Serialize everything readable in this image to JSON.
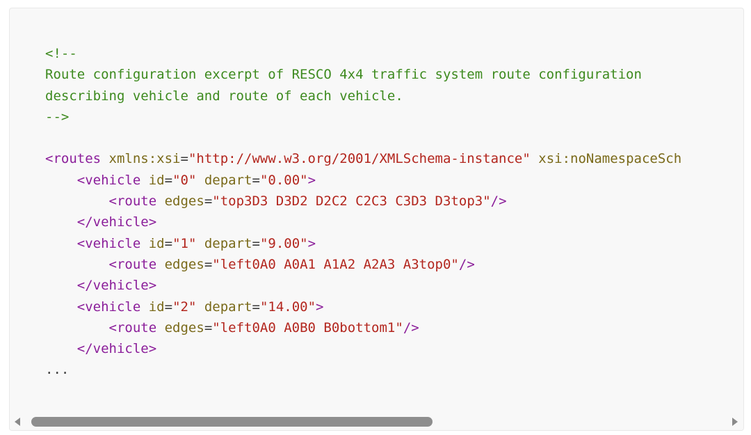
{
  "code_block": {
    "lines": [
      [
        {
          "t": "comment",
          "v": "<!--"
        }
      ],
      [
        {
          "t": "comment",
          "v": "Route configuration excerpt of RESCO 4x4 traffic system route configuration"
        }
      ],
      [
        {
          "t": "comment",
          "v": "describing vehicle and route of each vehicle."
        }
      ],
      [
        {
          "t": "comment",
          "v": "-->"
        }
      ],
      [],
      [
        {
          "t": "tag",
          "v": "<routes"
        },
        {
          "t": "plain",
          "v": " "
        },
        {
          "t": "attr",
          "v": "xmlns:xsi"
        },
        {
          "t": "plain",
          "v": "="
        },
        {
          "t": "str",
          "v": "\"http://www.w3.org/2001/XMLSchema-instance\""
        },
        {
          "t": "plain",
          "v": " "
        },
        {
          "t": "attr",
          "v": "xsi:noNamespaceSch"
        }
      ],
      [
        {
          "t": "plain",
          "v": "    "
        },
        {
          "t": "tag",
          "v": "<vehicle"
        },
        {
          "t": "plain",
          "v": " "
        },
        {
          "t": "attr",
          "v": "id"
        },
        {
          "t": "plain",
          "v": "="
        },
        {
          "t": "str",
          "v": "\"0\""
        },
        {
          "t": "plain",
          "v": " "
        },
        {
          "t": "attr",
          "v": "depart"
        },
        {
          "t": "plain",
          "v": "="
        },
        {
          "t": "str",
          "v": "\"0.00\""
        },
        {
          "t": "tag",
          "v": ">"
        }
      ],
      [
        {
          "t": "plain",
          "v": "        "
        },
        {
          "t": "tag",
          "v": "<route"
        },
        {
          "t": "plain",
          "v": " "
        },
        {
          "t": "attr",
          "v": "edges"
        },
        {
          "t": "plain",
          "v": "="
        },
        {
          "t": "str",
          "v": "\"top3D3 D3D2 D2C2 C2C3 C3D3 D3top3\""
        },
        {
          "t": "tag",
          "v": "/>"
        }
      ],
      [
        {
          "t": "plain",
          "v": "    "
        },
        {
          "t": "tag",
          "v": "</vehicle>"
        }
      ],
      [
        {
          "t": "plain",
          "v": "    "
        },
        {
          "t": "tag",
          "v": "<vehicle"
        },
        {
          "t": "plain",
          "v": " "
        },
        {
          "t": "attr",
          "v": "id"
        },
        {
          "t": "plain",
          "v": "="
        },
        {
          "t": "str",
          "v": "\"1\""
        },
        {
          "t": "plain",
          "v": " "
        },
        {
          "t": "attr",
          "v": "depart"
        },
        {
          "t": "plain",
          "v": "="
        },
        {
          "t": "str",
          "v": "\"9.00\""
        },
        {
          "t": "tag",
          "v": ">"
        }
      ],
      [
        {
          "t": "plain",
          "v": "        "
        },
        {
          "t": "tag",
          "v": "<route"
        },
        {
          "t": "plain",
          "v": " "
        },
        {
          "t": "attr",
          "v": "edges"
        },
        {
          "t": "plain",
          "v": "="
        },
        {
          "t": "str",
          "v": "\"left0A0 A0A1 A1A2 A2A3 A3top0\""
        },
        {
          "t": "tag",
          "v": "/>"
        }
      ],
      [
        {
          "t": "plain",
          "v": "    "
        },
        {
          "t": "tag",
          "v": "</vehicle>"
        }
      ],
      [
        {
          "t": "plain",
          "v": "    "
        },
        {
          "t": "tag",
          "v": "<vehicle"
        },
        {
          "t": "plain",
          "v": " "
        },
        {
          "t": "attr",
          "v": "id"
        },
        {
          "t": "plain",
          "v": "="
        },
        {
          "t": "str",
          "v": "\"2\""
        },
        {
          "t": "plain",
          "v": " "
        },
        {
          "t": "attr",
          "v": "depart"
        },
        {
          "t": "plain",
          "v": "="
        },
        {
          "t": "str",
          "v": "\"14.00\""
        },
        {
          "t": "tag",
          "v": ">"
        }
      ],
      [
        {
          "t": "plain",
          "v": "        "
        },
        {
          "t": "tag",
          "v": "<route"
        },
        {
          "t": "plain",
          "v": " "
        },
        {
          "t": "attr",
          "v": "edges"
        },
        {
          "t": "plain",
          "v": "="
        },
        {
          "t": "str",
          "v": "\"left0A0 A0B0 B0bottom1\""
        },
        {
          "t": "tag",
          "v": "/>"
        }
      ],
      [
        {
          "t": "plain",
          "v": "    "
        },
        {
          "t": "tag",
          "v": "</vehicle>"
        }
      ],
      [
        {
          "t": "plain",
          "v": "..."
        }
      ]
    ]
  },
  "colors": {
    "background": "#f8f8f8",
    "comment": "#3d8a1e",
    "tag": "#8b1e9a",
    "attribute": "#7a6a1a",
    "string": "#b3261e",
    "text": "#3a3a3a",
    "scrollbar_thumb": "#8e8e8e"
  },
  "scrollbar": {
    "left_icon": "scroll-left-arrow-icon",
    "right_icon": "scroll-right-arrow-icon",
    "position_fraction": 0.0,
    "visible_fraction": 0.58
  }
}
